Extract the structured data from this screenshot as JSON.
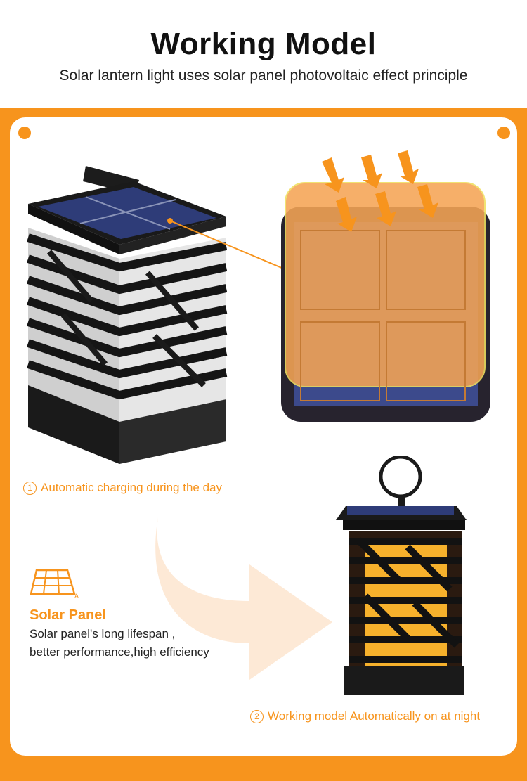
{
  "header": {
    "title": "Working Model",
    "subtitle": "Solar lantern light uses solar panel photovoltaic effect principle"
  },
  "steps": [
    {
      "number": "1",
      "text": "Automatic charging during the day"
    },
    {
      "number": "2",
      "text": "Working model Automatically on at night"
    }
  ],
  "feature": {
    "icon": "solar-panel-icon",
    "title": "Solar Panel",
    "lines": [
      "Solar panel's long lifespan ,",
      "better performance,high efficiency"
    ]
  },
  "colors": {
    "accent": "#f7941d",
    "frame": "#f7941d",
    "text": "#222222"
  }
}
